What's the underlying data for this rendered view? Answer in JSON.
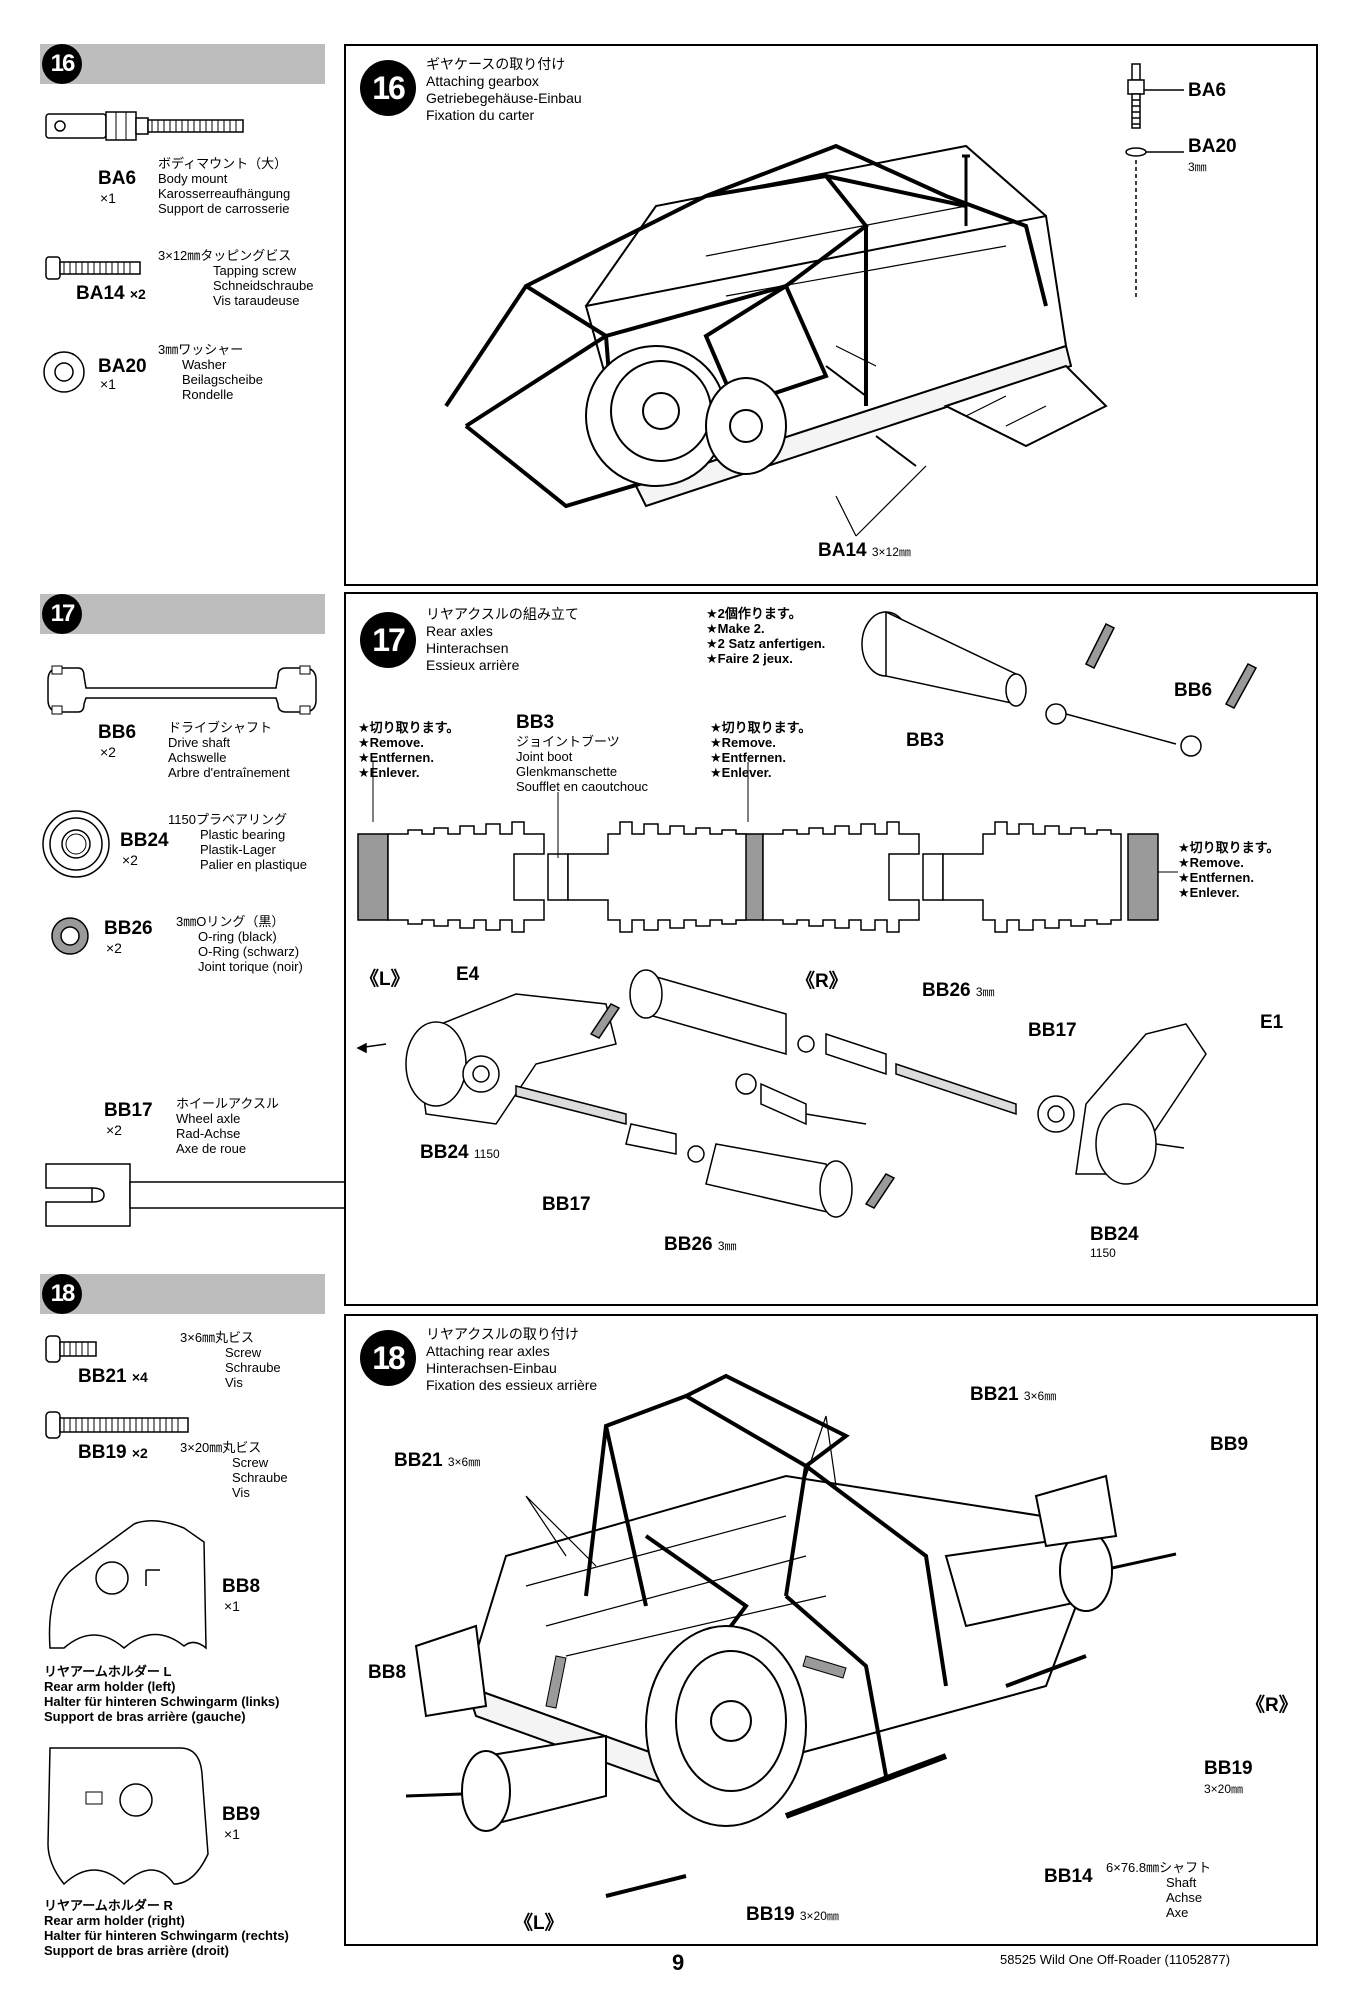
{
  "step16": {
    "number": "16",
    "parts": [
      {
        "code": "BA6",
        "qty": "×1",
        "ja": "ボディマウント（大）",
        "en": "Body mount",
        "de": "Karosserreaufhängung",
        "fr": "Support de carrosserie"
      },
      {
        "code": "BA14",
        "qty": "×2",
        "ja": "3×12㎜タッピングビス",
        "en": "Tapping screw",
        "de": "Schneidschraube",
        "fr": "Vis taraudeuse"
      },
      {
        "code": "BA20",
        "qty": "×1",
        "ja": "3㎜ワッシャー",
        "en": "Washer",
        "de": "Beilagscheibe",
        "fr": "Rondelle"
      }
    ],
    "title": {
      "ja": "ギヤケースの取り付け",
      "en": "Attaching gearbox",
      "de": "Getriebegehäuse-Einbau",
      "fr": "Fixation du carter"
    },
    "labels": {
      "ba6": "BA6",
      "ba20": "BA20",
      "ba20_size": "3㎜",
      "ba14": "BA14",
      "ba14_size": "3×12㎜"
    }
  },
  "step17": {
    "number": "17",
    "parts": [
      {
        "code": "BB6",
        "qty": "×2",
        "ja": "ドライブシャフト",
        "en": "Drive shaft",
        "de": "Achswelle",
        "fr": "Arbre d'entraînement"
      },
      {
        "code": "BB24",
        "qty": "×2",
        "ja": "1150プラベアリング",
        "en": "Plastic bearing",
        "de": "Plastik-Lager",
        "fr": "Palier en plastique"
      },
      {
        "code": "BB26",
        "qty": "×2",
        "ja": "3㎜Oリング（黒）",
        "en": "O-ring (black)",
        "de": "O-Ring (schwarz)",
        "fr": "Joint torique (noir)"
      },
      {
        "code": "BB17",
        "qty": "×2",
        "ja": "ホイールアクスル",
        "en": "Wheel axle",
        "de": "Rad-Achse",
        "fr": "Axe de roue"
      }
    ],
    "title": {
      "ja": "リヤアクスルの組み立て",
      "en": "Rear axles",
      "de": "Hinterachsen",
      "fr": "Essieux arrière"
    },
    "make2": [
      "★2個作ります。",
      "★Make 2.",
      "★2 Satz anfertigen.",
      "★Faire 2 jeux."
    ],
    "remove": [
      "★切り取ります。",
      "★Remove.",
      "★Entfernen.",
      "★Enlever."
    ],
    "joint_boot": {
      "code": "BB3",
      "ja": "ジョイントブーツ",
      "en": "Joint boot",
      "de": "Glenkmanschette",
      "fr": "Soufflet en caoutchouc"
    },
    "labels": {
      "bb3": "BB3",
      "bb6": "BB6",
      "left": "《L》",
      "right": "《R》",
      "e4": "E4",
      "e1": "E1",
      "bb26a": "BB26",
      "bb26a_size": "3㎜",
      "bb17a": "BB17",
      "bb24a": "BB24",
      "bb24a_size": "1150",
      "bb17b": "BB17",
      "bb26b": "BB26",
      "bb26b_size": "3㎜",
      "bb24b": "BB24",
      "bb24b_size": "1150"
    }
  },
  "step18": {
    "number": "18",
    "parts": [
      {
        "code": "BB21",
        "qty": "×4",
        "ja": "3×6㎜丸ビス",
        "en": "Screw",
        "de": "Schraube",
        "fr": "Vis"
      },
      {
        "code": "BB19",
        "qty": "×2",
        "ja": "3×20㎜丸ビス",
        "en": "Screw",
        "de": "Schraube",
        "fr": "Vis"
      },
      {
        "code": "BB8",
        "qty": "×1",
        "ja": "リヤアームホルダー L",
        "en": "Rear arm holder (left)",
        "de": "Halter für hinteren Schwingarm (links)",
        "fr": "Support de bras arrière (gauche)"
      },
      {
        "code": "BB9",
        "qty": "×1",
        "ja": "リヤアームホルダー R",
        "en": "Rear arm holder (right)",
        "de": "Halter für hinteren Schwingarm (rechts)",
        "fr": "Support de bras arrière (droit)"
      }
    ],
    "title": {
      "ja": "リヤアクスルの取り付け",
      "en": "Attaching rear axles",
      "de": "Hinterachsen-Einbau",
      "fr": "Fixation des essieux arrière"
    },
    "labels": {
      "bb21a": "BB21",
      "bb21a_size": "3×6㎜",
      "bb21b": "BB21",
      "bb21b_size": "3×6㎜",
      "bb9": "BB9",
      "bb8": "BB8",
      "right": "《R》",
      "left": "《L》",
      "bb19a": "BB19",
      "bb19a_size": "3×20㎜",
      "bb19b": "BB19",
      "bb19b_size": "3×20㎜",
      "bb14": "BB14",
      "bb14_ja": "6×76.8㎜シャフト",
      "bb14_en": "Shaft",
      "bb14_de": "Achse",
      "bb14_fr": "Axe"
    }
  },
  "footer": {
    "page": "9",
    "doc": "58525  Wild One Off-Roader (11052877)"
  }
}
